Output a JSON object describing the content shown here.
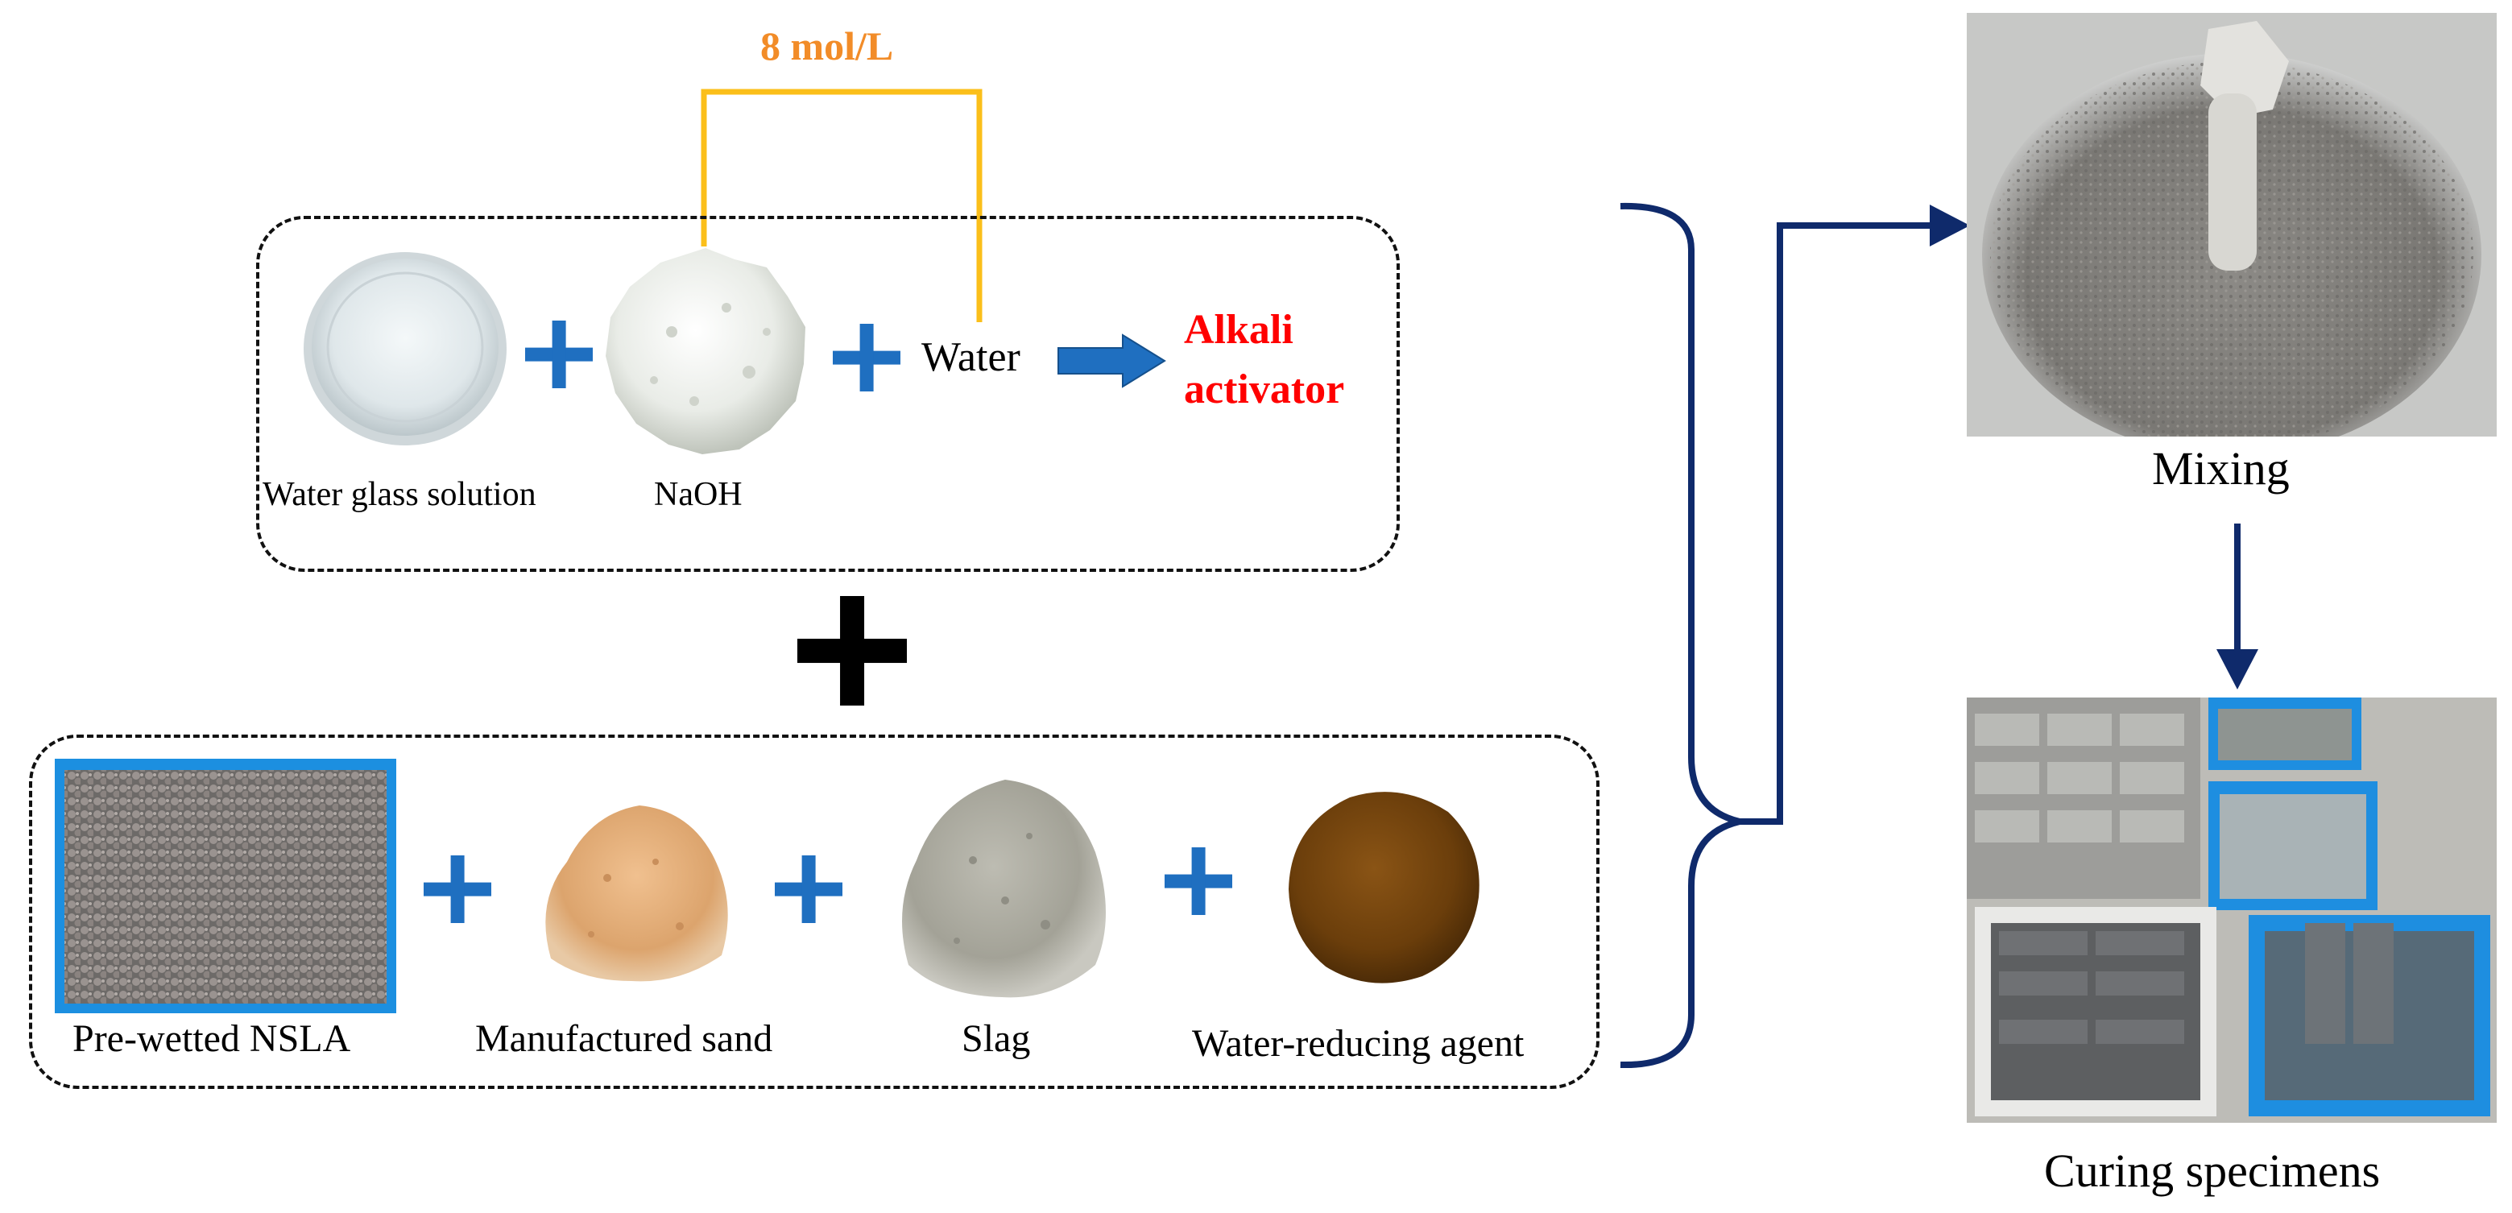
{
  "concentration": {
    "label": "8 mol/L",
    "color": "#f28c28",
    "bracket_color": "#fbbf1a"
  },
  "activator_group": {
    "items": [
      {
        "label": "Water glass solution"
      },
      {
        "label": "NaOH"
      },
      {
        "label": "Water"
      }
    ],
    "result": {
      "line1": "Alkali",
      "line2": "activator",
      "color": "#ff0000"
    }
  },
  "materials_group": {
    "items": [
      {
        "label": "Pre-wetted NSLA"
      },
      {
        "label": "Manufactured sand"
      },
      {
        "label": "Slag"
      },
      {
        "label": "Water-reducing agent"
      }
    ]
  },
  "process": {
    "mixing": {
      "label": "Mixing"
    },
    "curing": {
      "label": "Curing specimens"
    }
  },
  "colors": {
    "plus": "#1f6fc0",
    "arrow": "#1f6fc0",
    "flow": "#0f2a6b"
  }
}
